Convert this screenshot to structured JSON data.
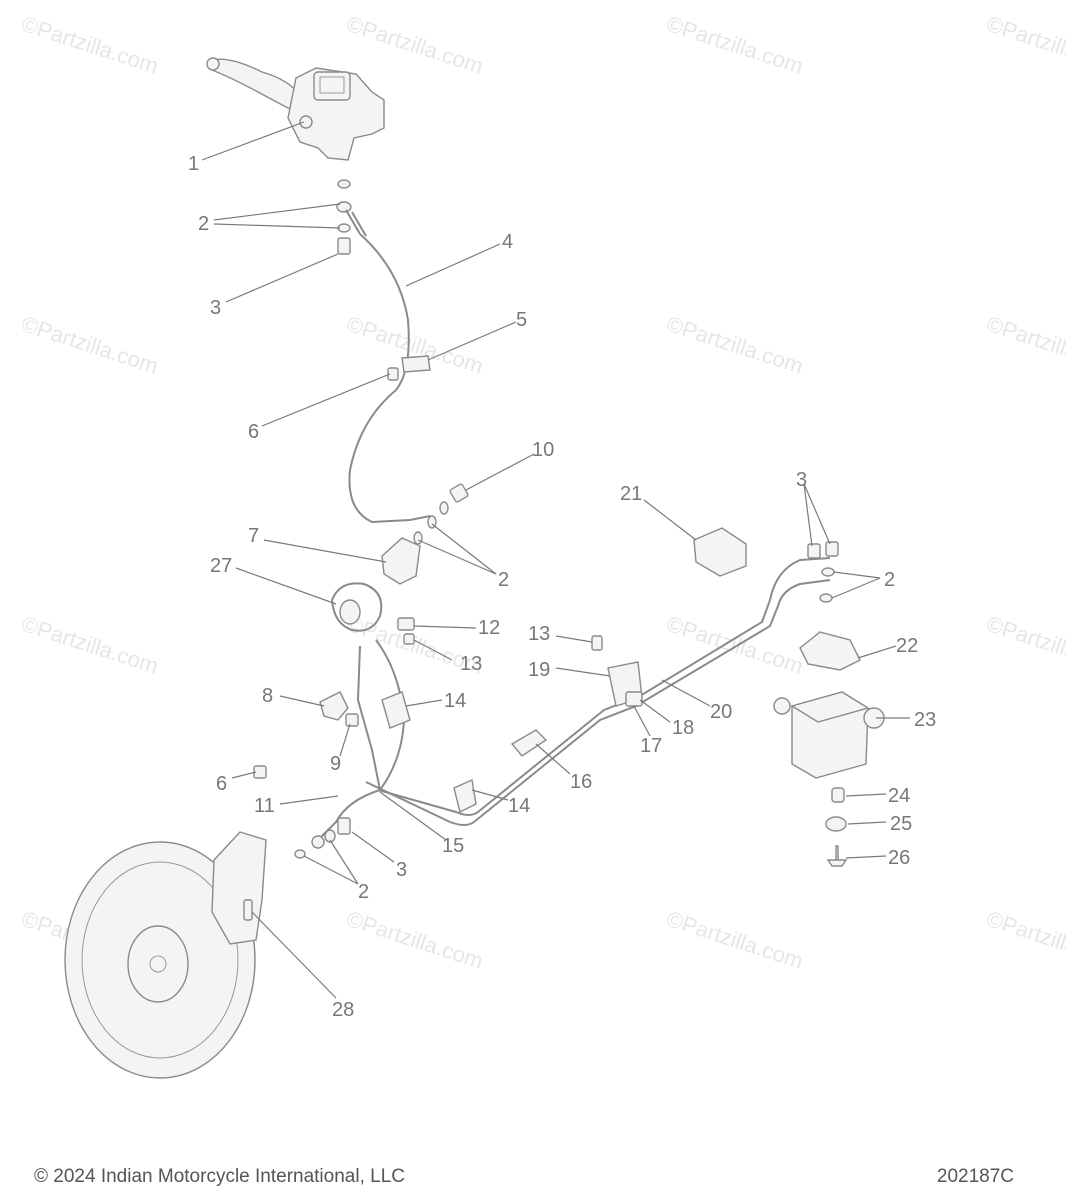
{
  "watermark": "©Partzilla.com",
  "callouts": {
    "c1": "1",
    "c2a": "2",
    "c3a": "3",
    "c4": "4",
    "c5": "5",
    "c6a": "6",
    "c10": "10",
    "c21": "21",
    "c3b": "3",
    "c2b": "2",
    "c7": "7",
    "c2c": "2",
    "c27": "27",
    "c12": "12",
    "c13a": "13",
    "c13b": "13",
    "c19": "19",
    "c22": "22",
    "c8": "8",
    "c14a": "14",
    "c20": "20",
    "c18": "18",
    "c23": "23",
    "c9": "9",
    "c17": "17",
    "c16": "16",
    "c6b": "6",
    "c14b": "14",
    "c24": "24",
    "c11": "11",
    "c25": "25",
    "c15": "15",
    "c3c": "3",
    "c26": "26",
    "c2d": "2",
    "c28": "28"
  },
  "footer": {
    "copyright": "© 2024 Indian Motorcycle International, LLC",
    "diagram_code": "202187C"
  }
}
